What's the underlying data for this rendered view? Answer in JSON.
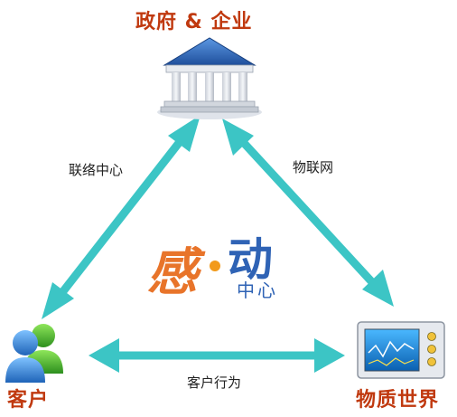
{
  "nodes": {
    "top": {
      "label": "政府 & 企业",
      "icon": "government-building-icon"
    },
    "left": {
      "label": "客户",
      "icon": "customers-icon"
    },
    "right": {
      "label": "物质世界",
      "icon": "monitoring-device-icon"
    }
  },
  "edges": {
    "left_top": "联络中心",
    "top_right": "物联网",
    "left_right": "客户行为"
  },
  "logo": {
    "glyph_left": "感",
    "glyph_right": "动",
    "sub": "中心"
  },
  "colors": {
    "arrow": "#3cc5c5",
    "title": "#c0390f",
    "logo_orange": "#e8742a",
    "logo_blue": "#2f63b5"
  }
}
